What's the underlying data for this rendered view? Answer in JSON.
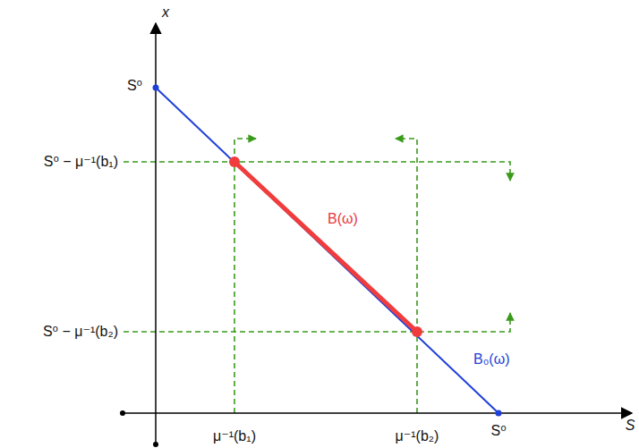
{
  "diagram": {
    "labels": [
      "x",
      "S⁰",
      "S⁰ − μ⁻¹(b₁)",
      "S⁰ − μ⁻¹(b₂)",
      "B(ω)",
      "B₀(ω)",
      "S",
      "μ⁻¹(b₁)",
      "μ⁻¹(b₂)",
      "S⁰"
    ]
  }
}
